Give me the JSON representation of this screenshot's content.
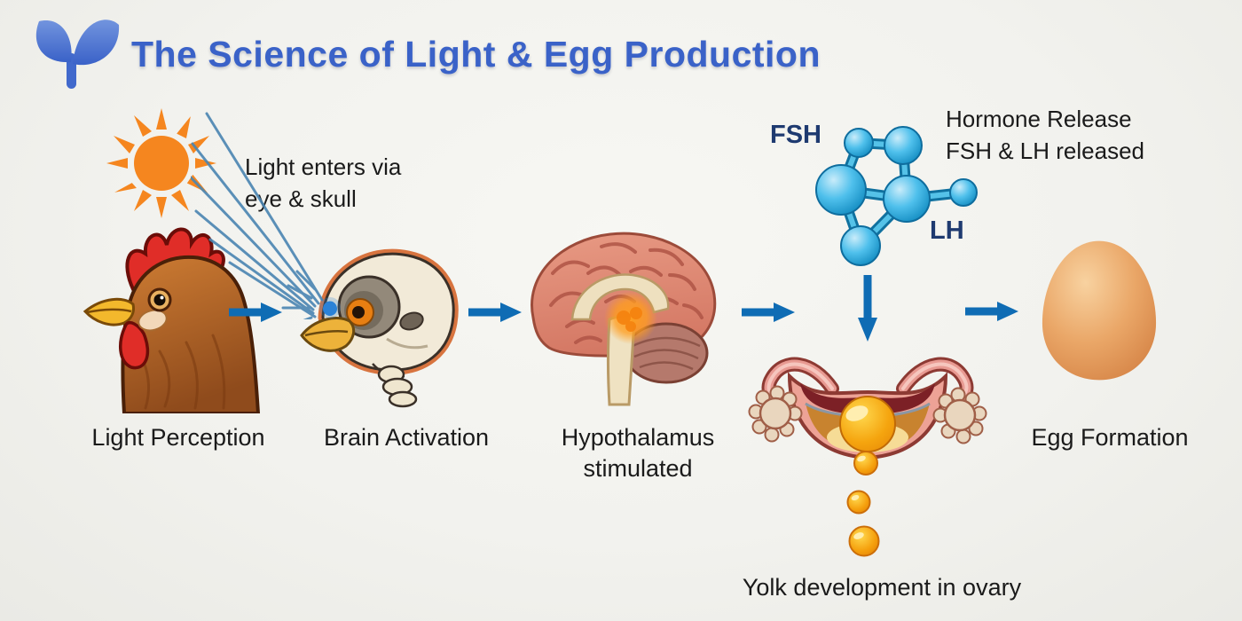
{
  "page": {
    "background": "#f2f2ee"
  },
  "header": {
    "title": "The Science of Light & Egg Production",
    "title_color": "#3a62c8",
    "logo_icon": "sprout-logo"
  },
  "captions": {
    "light_entry": {
      "line1": "Light enters via",
      "line2": "eye & skull"
    },
    "hormone_release": {
      "line1": "Hormone Release",
      "line2": "FSH & LH released"
    },
    "yolk_development": "Yolk development in ovary"
  },
  "hormones": {
    "fsh": "FSH",
    "lh": "LH"
  },
  "stages": {
    "light_perception": {
      "label": "Light Perception",
      "illustration": "hen-head"
    },
    "brain_activation": {
      "label": "Brain Activation",
      "illustration": "bird-skull"
    },
    "hypothalamus": {
      "label_line1": "Hypothalamus",
      "label_line2": "stimulated",
      "illustration": "brain-cross-section"
    },
    "hormone_release": {
      "illustration": "hormone-molecule"
    },
    "yolk_development": {
      "illustration": "ovary-with-falling-yolks"
    },
    "egg_formation": {
      "label": "Egg Formation",
      "illustration": "egg"
    }
  },
  "colors": {
    "arrow_blue": "#0f6cb4",
    "light_ray_blue": "#4a85b2",
    "sun_orange": "#f5861f",
    "molecule_blue": "#29a7dd",
    "hormone_label_navy": "#1e3a70",
    "title_blue": "#3a62c8",
    "text_black": "#1a1a1a"
  }
}
